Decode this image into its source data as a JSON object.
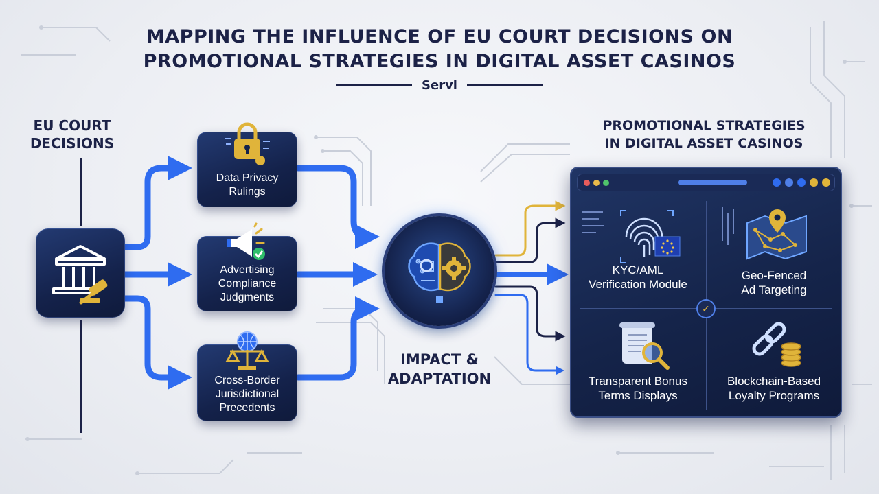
{
  "title": {
    "line1": "MAPPING THE INFLUENCE OF EU COURT DECISIONS ON",
    "line2": "PROMOTIONAL STRATEGIES IN DIGITAL ASSET CASINOS",
    "subtitle": "Servi"
  },
  "source": {
    "label_line1": "EU COURT",
    "label_line2": "DECISIONS",
    "icon": "courthouse-gavel-icon"
  },
  "rulings": [
    {
      "line1": "Data Privacy",
      "line2": "Rulings",
      "line3": "",
      "icon": "padlock-icon"
    },
    {
      "line1": "Advertising",
      "line2": "Compliance",
      "line3": "Judgments",
      "icon": "megaphone-check-icon"
    },
    {
      "line1": "Cross-Border",
      "line2": "Jurisdictional",
      "line3": "Precedents",
      "icon": "scales-globe-icon"
    }
  ],
  "hub": {
    "label_line1": "IMPACT &",
    "label_line2": "ADAPTATION",
    "icon": "brain-gear-icon"
  },
  "target": {
    "label_line1": "PROMOTIONAL STRATEGIES",
    "label_line2": "IN DIGITAL ASSET CASINOS",
    "modules": [
      {
        "line1": "KYC/AML",
        "line2": "Verification Module",
        "icon": "fingerprint-eu-flag-icon"
      },
      {
        "line1": "Geo-Fenced",
        "line2": "Ad Targeting",
        "icon": "map-pin-icon"
      },
      {
        "line1": "Transparent Bonus",
        "line2": "Terms Displays",
        "icon": "document-magnifier-icon"
      },
      {
        "line1": "Blockchain-Based",
        "line2": "Loyalty Programs",
        "icon": "chain-coins-icon"
      }
    ]
  },
  "colors": {
    "navy": "#1c2247",
    "arrow_blue": "#2f6cf0",
    "gold": "#e0b43a",
    "panel_border": "#3b4f86"
  }
}
